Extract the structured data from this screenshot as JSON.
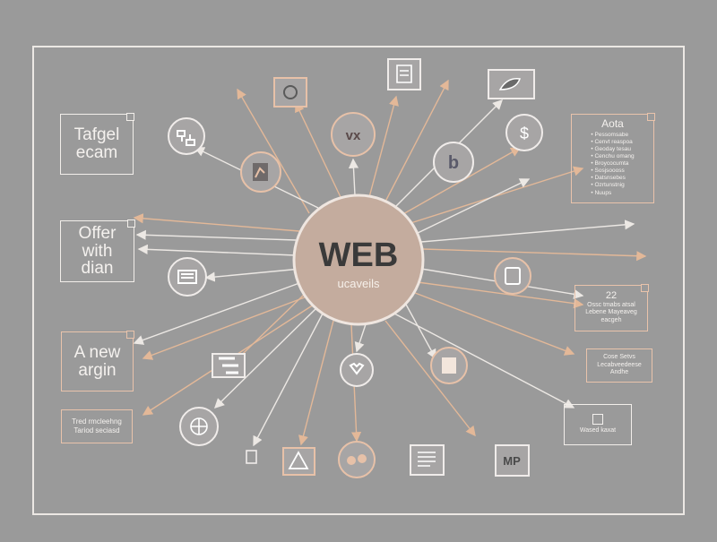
{
  "hub": {
    "title": "WEB",
    "subtitle": "ucaveils",
    "fill": "#c4ac9e",
    "stroke": "#efe6e0"
  },
  "colors": {
    "background": "#9a9a9a",
    "frame": "#ece8e4",
    "line_light": "#ece8e4",
    "line_peach": "#e3b898",
    "node_fill": "#a7a5a5"
  },
  "notes": {
    "target_exam": "Tafgel ecam",
    "offer_plan": "Offer with dian",
    "new_argin": "A new argin",
    "trend": "Tred rmcleehng Tariod seciasd",
    "aota": {
      "title": "Aota",
      "items": [
        "Pessomsabe",
        "Cenvt reaspoa",
        "Geoday tesau",
        "Cenchu omang",
        "Broycocumta",
        "Sosjsoooss",
        "Datsnsebes",
        "Ozrtunstnig",
        "Nuups"
      ]
    },
    "box_22": {
      "title": "22",
      "lines": [
        "Ossc tmabs atsal",
        "Lebene Mayeaveg",
        "eacgeh"
      ]
    },
    "box_cose": {
      "lines": [
        "Cose Setvs",
        "Lecabveedeese",
        "Andhe"
      ]
    },
    "box_wass": {
      "lines": [
        "Wased kaxat"
      ]
    }
  },
  "icons": {
    "vx": {
      "name": "vx-icon",
      "label": "vx"
    },
    "b": {
      "name": "b-icon",
      "label": "b"
    },
    "mp": {
      "name": "mp-icon",
      "label": "MP"
    }
  }
}
